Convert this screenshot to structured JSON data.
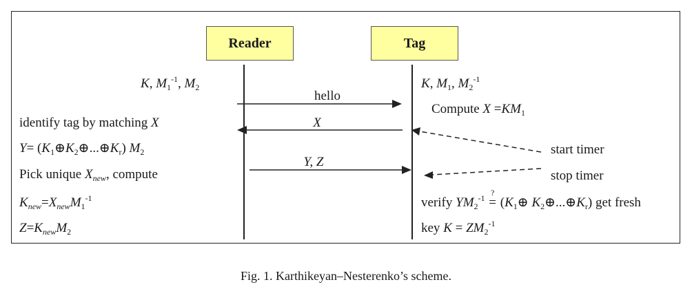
{
  "actors": {
    "reader": "Reader",
    "tag": "Tag"
  },
  "messages": {
    "hello": "hello",
    "x": "X",
    "yz": "Y, Z"
  },
  "reader_side": {
    "init": {
      "k": "K",
      "sep1": ", ",
      "m1": "M",
      "m1_sub": "1",
      "m1_sup": "-1",
      "sep2": ", ",
      "m2": "M",
      "m2_sub": "2"
    },
    "identify": {
      "text": "identify tag by matching ",
      "var": "X"
    },
    "y_eq": {
      "lhs": "Y",
      "eq": "= (",
      "k1": "K",
      "k1_sub": "1",
      "op1": "⊕",
      "k2": "K",
      "k2_sub": "2",
      "op2": "⊕...⊕",
      "kr": "K",
      "kr_sub": "r",
      "close": ") ",
      "m2": "M",
      "m2_sub": "2"
    },
    "pick": {
      "text1": "Pick unique ",
      "x": "X",
      "x_sub": "new",
      "text2": ", compute"
    },
    "knew_eq": {
      "k": "K",
      "k_sub": "new",
      "eq": "=",
      "x": "X",
      "x_sub": "new",
      "m": "M",
      "m_sub": "1",
      "m_sup": "-1"
    },
    "z_eq": {
      "z": "Z",
      "eq": "=",
      "k": "K",
      "k_sub": "new",
      "m": "M",
      "m_sub": "2"
    }
  },
  "tag_side": {
    "init": {
      "k": "K",
      "sep1": ", ",
      "m1": "M",
      "m1_sub": "1",
      "sep2": ", ",
      "m2": "M",
      "m2_sub": "2",
      "m2_sup": "-1"
    },
    "compute": {
      "text": "Compute ",
      "x": "X",
      "eq": " =",
      "km": "KM",
      "km_sub": "1"
    },
    "verify": {
      "text": "verify ",
      "ym": "YM",
      "ym_sub": "2",
      "ym_sup": "-1",
      "qmark": "?",
      "eqsign": "=",
      "open": " (",
      "k1": "K",
      "k1_sub": "1",
      "op1": "⊕ ",
      "k2": "K",
      "k2_sub": "2",
      "op2": "⊕...⊕",
      "kr": "K",
      "kr_sub": "r",
      "close": ") get fresh"
    },
    "key": {
      "text": "key ",
      "k": "K",
      "eq": " = ",
      "zm": "ZM",
      "zm_sub": "2",
      "zm_sup": "-1"
    }
  },
  "timers": {
    "start": "start timer",
    "stop": "stop timer"
  },
  "caption": "Fig. 1. Karthikeyan–Nesterenko’s scheme."
}
